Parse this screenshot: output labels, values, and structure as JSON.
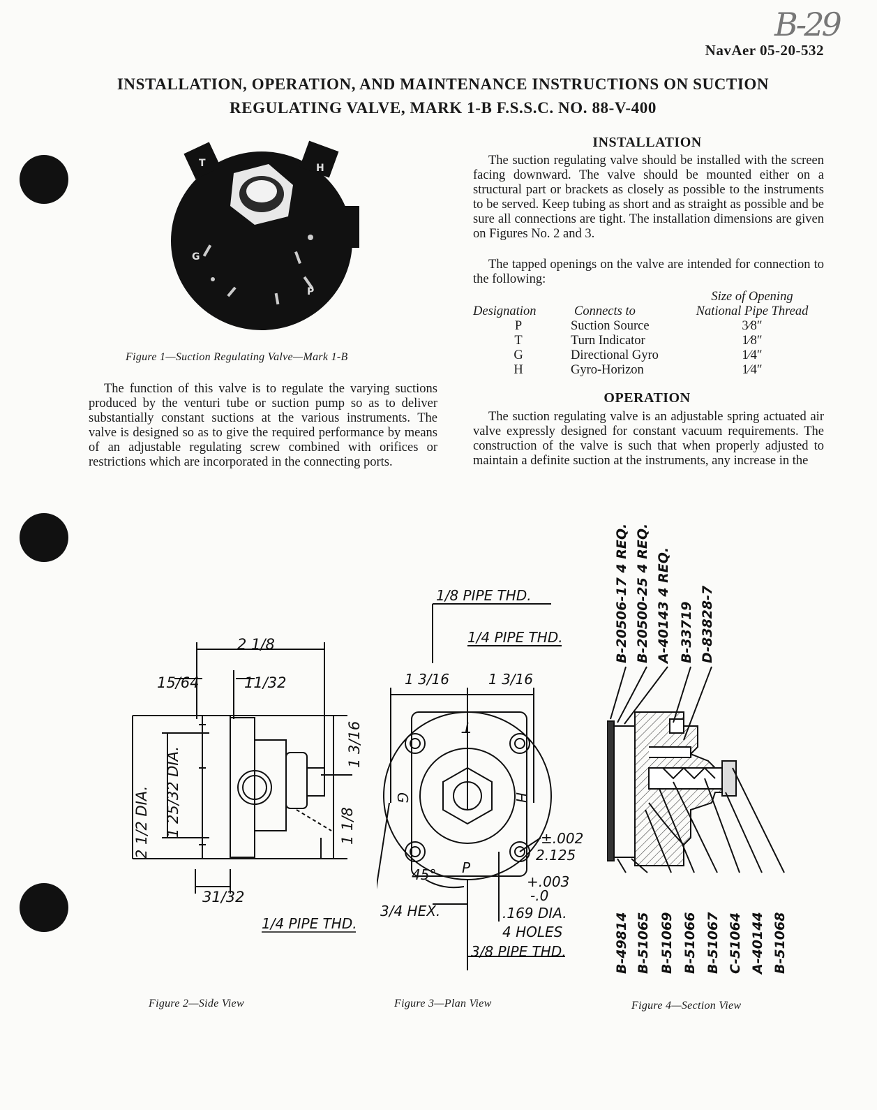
{
  "header": {
    "doc_number": "NavAer 05-20-532",
    "title_line1": "INSTALLATION, OPERATION, AND MAINTENANCE INSTRUCTIONS ON SUCTION",
    "title_line2": "REGULATING VALVE, MARK 1-B F.S.S.C. NO. 88-V-400"
  },
  "figure1": {
    "caption": "Figure 1—Suction Regulating Valve—Mark 1-B",
    "port_letters": [
      "T",
      "H",
      "G",
      "P"
    ]
  },
  "function_paragraph": "The function of this valve is to regulate the varying suctions produced by the venturi tube or suction pump so as to deliver substantially constant suctions at the various instruments. The valve is designed so as to give the required performance by means of an adjustable regulating screw combined with orifices or restrictions which are incorporated in the connecting ports.",
  "installation": {
    "heading": "INSTALLATION",
    "para1": "The suction regulating valve should be installed with the screen facing downward. The valve should be mounted either on a structural part or brackets as closely as possible to the instruments to be served. Keep tubing as short and as straight as possible and be sure all connections are tight. The installation dimensions are given on Figures No. 2 and 3.",
    "para2": "The tapped openings on the valve are intended for connection to the following:",
    "table": {
      "col1": "Designation",
      "col2": "Connects to",
      "col3_line1": "Size of Opening",
      "col3_line2": "National Pipe Thread",
      "rows": [
        {
          "designation": "P",
          "connects_to": "Suction Source",
          "size": "3⁄8″"
        },
        {
          "designation": "T",
          "connects_to": "Turn Indicator",
          "size": "1⁄8″"
        },
        {
          "designation": "G",
          "connects_to": "Directional Gyro",
          "size": "1⁄4″"
        },
        {
          "designation": "H",
          "connects_to": "Gyro-Horizon",
          "size": "1⁄4″"
        }
      ]
    }
  },
  "operation": {
    "heading": "OPERATION",
    "para": "The suction regulating valve is an adjustable spring actuated air valve expressly designed for constant vacuum requirements. The construction of the valve is such that when properly adjusted to maintain a definite suction at the instruments, any increase in the"
  },
  "figure2": {
    "caption": "Figure 2—Side View",
    "dims": {
      "overall_width": "2 1/8",
      "flange": "15/64",
      "body": "11/32",
      "dia_outer": "2 1/2 DIA.",
      "dia_inner": "1 25/32 DIA.",
      "right_upper": "1 3/16",
      "right_lower": "1 1/8",
      "bottom": "31/32"
    },
    "pipe_label": "1/4 PIPE THD."
  },
  "figure3": {
    "caption": "Figure 3—Plan View",
    "labels": {
      "pipe_1_8": "1/8 PIPE THD.",
      "pipe_1_4_top": "1/4 PIPE THD.",
      "dim_left": "1 3/16",
      "dim_right": "1 3/16",
      "tol_1": "±.002",
      "dim_2125": "2.125",
      "angle": "45°",
      "tol_2a": "+.003",
      "tol_2b": "-.0",
      "holes_dia": ".169 DIA.",
      "holes": "4 HOLES",
      "hex": "3/4 HEX.",
      "pipe_3_8": "3/8 PIPE THD.",
      "ports": [
        "T",
        "H",
        "G",
        "P"
      ]
    }
  },
  "figure4": {
    "caption": "Figure 4—Section View",
    "top_parts": [
      "B-20506-17 4 REQ.",
      "B-20500-25 4 REQ.",
      "A-40143 4 REQ.",
      "B-33719",
      "D-83828-7"
    ],
    "bottom_parts": [
      "B-49814",
      "B-51065",
      "B-51069",
      "B-51066",
      "B-51067",
      "C-51064",
      "A-40144",
      "B-51068"
    ]
  },
  "handwritten_mark": "B-29"
}
